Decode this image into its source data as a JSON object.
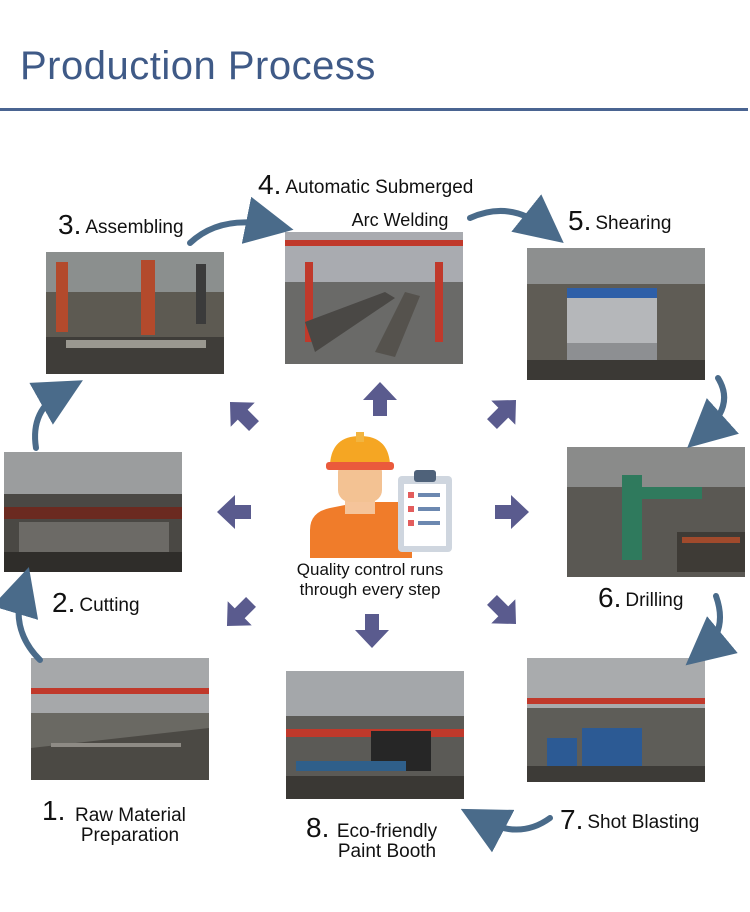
{
  "header": {
    "title": "Production Process"
  },
  "center": {
    "caption_line1": "Quality control runs",
    "caption_line2": "through every step"
  },
  "steps": [
    {
      "number": "1.",
      "label_line1": "Raw Material",
      "label_line2": "Preparation"
    },
    {
      "number": "2.",
      "label_line1": "Cutting"
    },
    {
      "number": "3.",
      "label_line1": "Assembling"
    },
    {
      "number": "4.",
      "label_line1": "Automatic Submerged",
      "label_line2": "Arc Welding"
    },
    {
      "number": "5.",
      "label_line1": "Shearing"
    },
    {
      "number": "6.",
      "label_line1": "Drilling"
    },
    {
      "number": "7.",
      "label_line1": "Shot Blasting"
    },
    {
      "number": "8.",
      "label_line1": "Eco-friendly",
      "label_line2": "Paint Booth"
    }
  ],
  "colors": {
    "title": "#3f5a87",
    "arrow_fat": "#5a5b8e",
    "arrow_curve": "#4a6b8a",
    "helmet": "#f5a623",
    "vest": "#f07c2a"
  }
}
